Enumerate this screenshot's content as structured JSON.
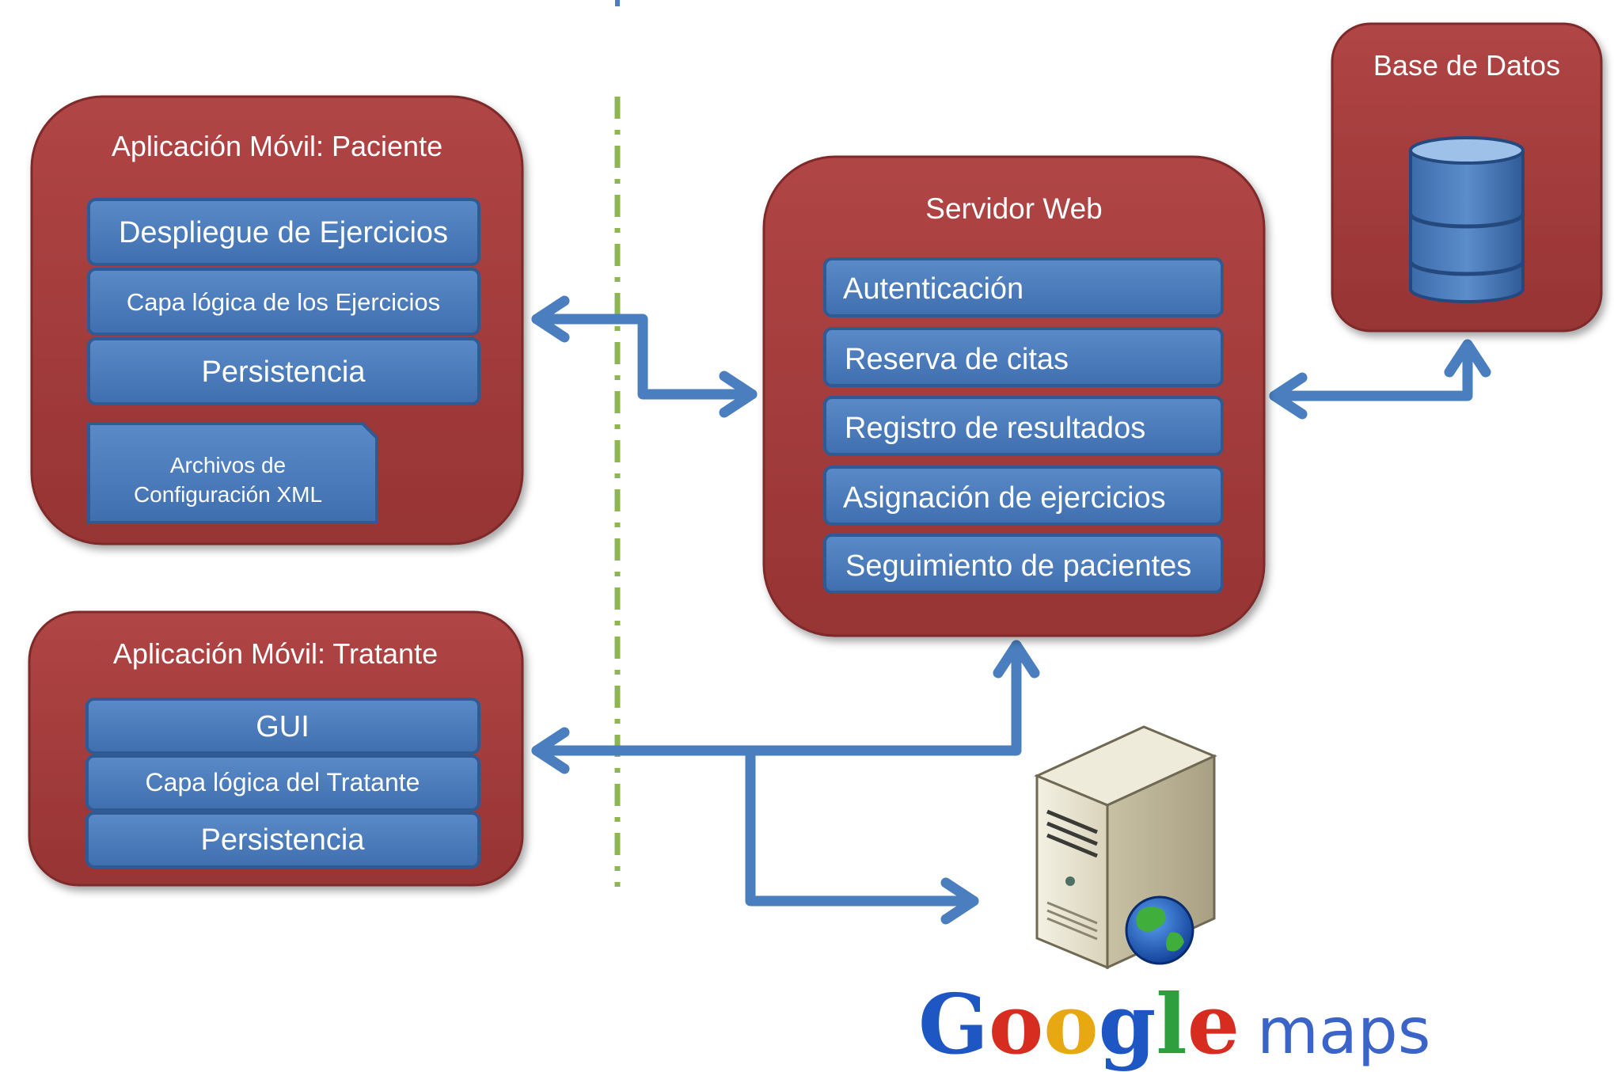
{
  "colors": {
    "container_fill": "#A53D3D",
    "box_fill": "#4D7DBE",
    "arrow": "#4A7EBF",
    "divider": "#8DB653"
  },
  "patient_app": {
    "title": "Aplicación Móvil: Paciente",
    "layers": [
      "Despliegue de Ejercicios",
      "Capa lógica de los Ejercicios",
      "Persistencia"
    ],
    "config_file": [
      "Archivos de",
      "Configuración XML"
    ]
  },
  "doctor_app": {
    "title": "Aplicación Móvil: Tratante",
    "layers": [
      "GUI",
      "Capa lógica del Tratante",
      "Persistencia"
    ]
  },
  "web_server": {
    "title": "Servidor Web",
    "modules": [
      "Autenticación",
      "Reserva de citas",
      "Registro de resultados",
      "Asignación de ejercicios",
      "Seguimiento de pacientes"
    ]
  },
  "database": {
    "title": "Base de Datos",
    "icon": "database-cylinder-icon"
  },
  "maps_service": {
    "icon": "server-globe-icon",
    "logo_word": "Google",
    "logo_suffix": "maps"
  }
}
